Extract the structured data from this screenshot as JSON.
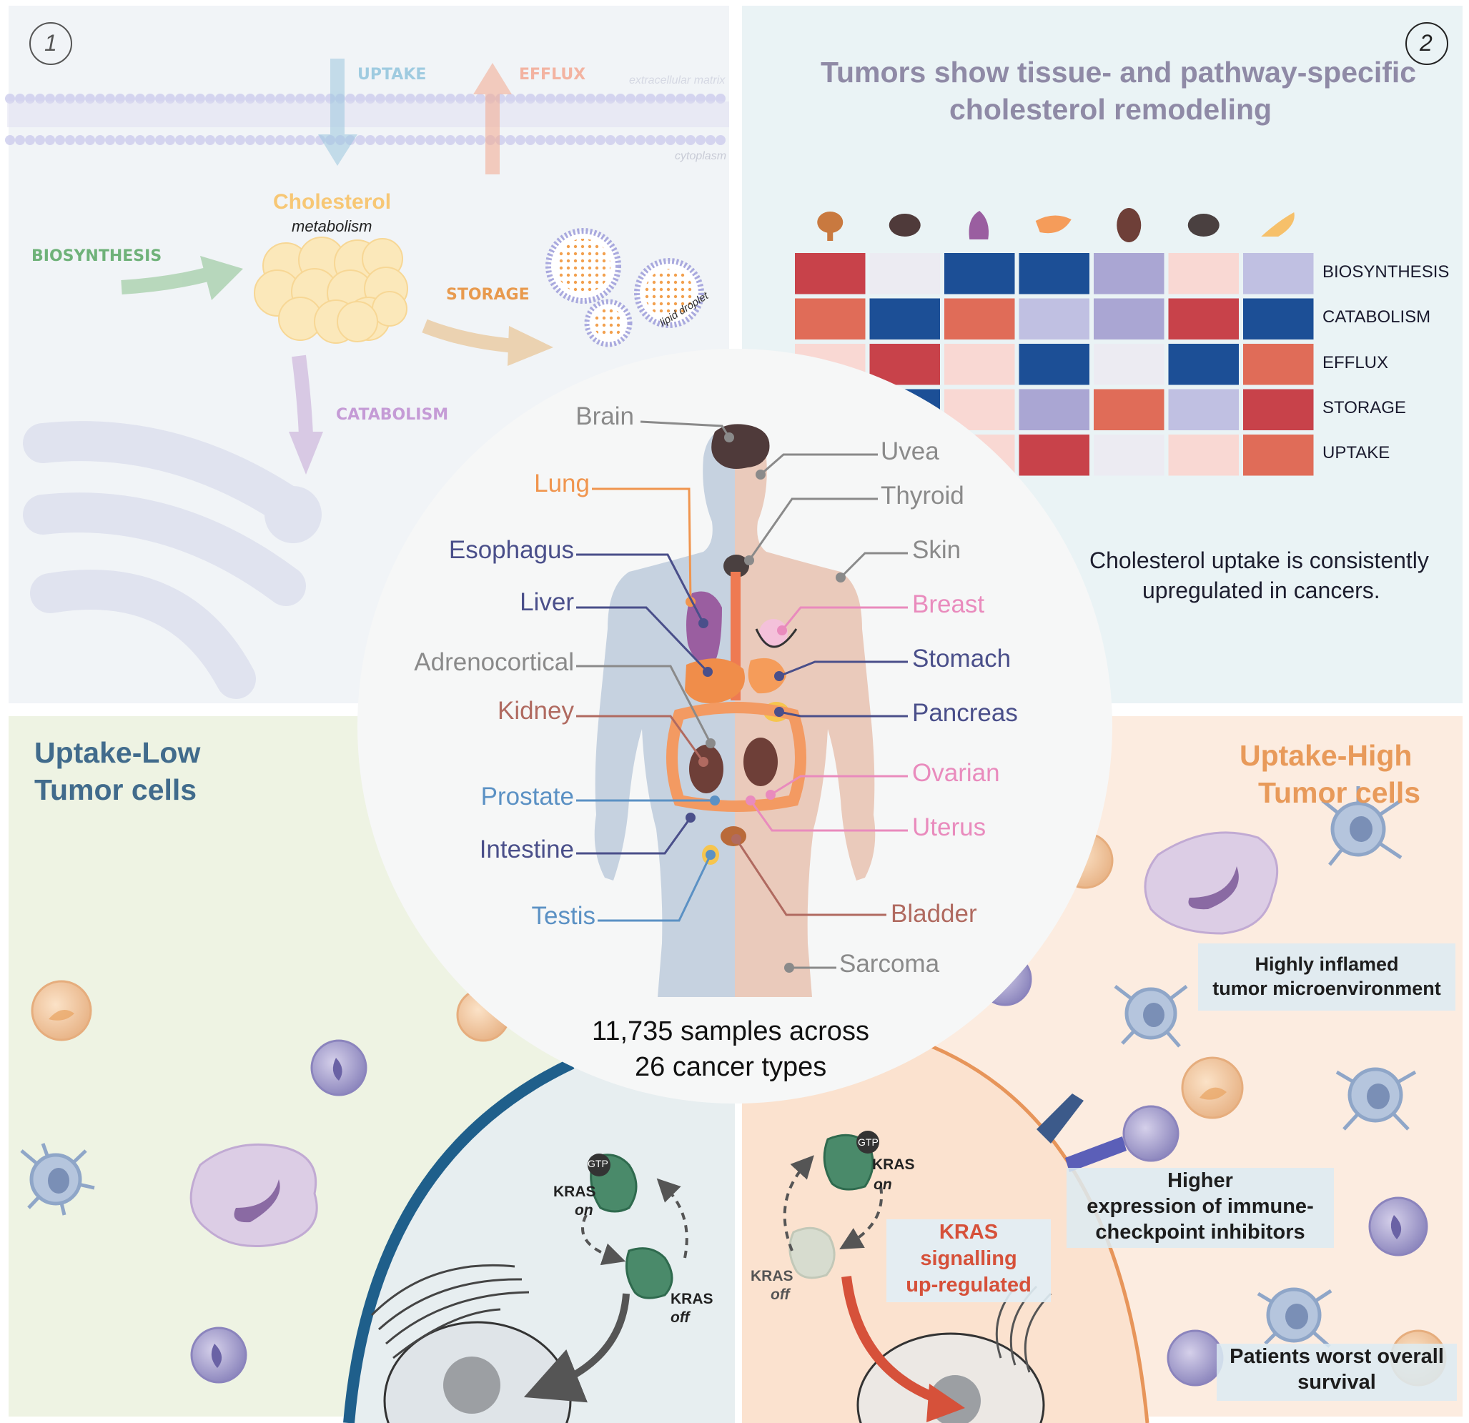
{
  "panel1": {
    "number": "1",
    "uptake": "UPTAKE",
    "efflux": "EFFLUX",
    "extracellular": "extracellular matrix",
    "cytoplasm": "cytoplasm",
    "cholesterol": "Cholesterol",
    "metabolism": "metabolism",
    "biosynthesis": "BIOSYNTHESIS",
    "storage": "STORAGE",
    "lipid_droplet": "lipid droplet",
    "catabolism": "CATABOLISM"
  },
  "panel2": {
    "number": "2",
    "title_line1": "Tumors show tissue- and pathway-specific",
    "title_line2": "cholesterol remodeling",
    "note_line1": "Cholesterol uptake is consistently",
    "note_line2": "upregulated in cancers.",
    "heatmap": {
      "rows": [
        "BIOSYNTHESIS",
        "CATABOLISM",
        "EFFLUX",
        "STORAGE",
        "UPTAKE"
      ],
      "columns_icons": [
        "bladder-icon",
        "brain-icon",
        "lung-icon",
        "liver-icon",
        "kidney-icon",
        "thyroid-icon",
        "pancreas-icon"
      ],
      "cells": [
        [
          "#c8424a",
          "#ecebf2",
          "#1c4f96",
          "#1c4f96",
          "#aaa6d3",
          "#f9d8d3",
          "#c0c0e2"
        ],
        [
          "#e06c58",
          "#1c4f96",
          "#e06c58",
          "#c0c0e2",
          "#aaa6d3",
          "#c8424a",
          "#1c4f96"
        ],
        [
          "#f9d8d3",
          "#c8424a",
          "#f9d8d3",
          "#1c4f96",
          "#ecebf2",
          "#1c4f96",
          "#e06c58"
        ],
        [
          "#f9d8d3",
          "#1c4f96",
          "#f9d8d3",
          "#aaa6d3",
          "#e06c58",
          "#c0c0e2",
          "#c8424a"
        ],
        [
          "#f9d8d3",
          "#f9d8d3",
          "#f9d8d3",
          "#c8424a",
          "#ecebf2",
          "#f9d8d3",
          "#e06c58"
        ]
      ]
    }
  },
  "center": {
    "organs_left": [
      {
        "label": "Brain",
        "color": "#8a8a8a"
      },
      {
        "label": "Lung",
        "color": "#f0954e"
      },
      {
        "label": "Esophagus",
        "color": "#4a4f8a"
      },
      {
        "label": "Liver",
        "color": "#4a4f8a"
      },
      {
        "label": "Adrenocortical",
        "color": "#8a8a8a"
      },
      {
        "label": "Kidney",
        "color": "#b06a60"
      },
      {
        "label": "Prostate",
        "color": "#5b91c4"
      },
      {
        "label": "Intestine",
        "color": "#4a4f8a"
      },
      {
        "label": "Testis",
        "color": "#5b91c4"
      }
    ],
    "organs_right": [
      {
        "label": "Uvea",
        "color": "#8a8a8a"
      },
      {
        "label": "Thyroid",
        "color": "#8a8a8a"
      },
      {
        "label": "Skin",
        "color": "#8a8a8a"
      },
      {
        "label": "Breast",
        "color": "#e98bbd"
      },
      {
        "label": "Stomach",
        "color": "#4a4f8a"
      },
      {
        "label": "Pancreas",
        "color": "#4a4f8a"
      },
      {
        "label": "Ovarian",
        "color": "#e98bbd"
      },
      {
        "label": "Uterus",
        "color": "#e98bbd"
      },
      {
        "label": "Bladder",
        "color": "#b06a60"
      },
      {
        "label": "Sarcoma",
        "color": "#8a8a8a"
      }
    ],
    "samples_line1": "11,735 samples  across",
    "samples_line2": "26 cancer types"
  },
  "panel3": {
    "title_line1": "Uptake-Low",
    "title_line2": "Tumor cells",
    "kras_on": "KRAS",
    "kras_on_state": "on",
    "kras_off": "KRAS",
    "kras_off_state": "off",
    "gtp": "GTP"
  },
  "panel4": {
    "title_line1": "Uptake-High",
    "title_line2": "Tumor cells",
    "kras_on": "KRAS",
    "kras_on_state": "on",
    "kras_off": "KRAS",
    "kras_off_state": "off",
    "gtp": "GTP",
    "kras_up_line1": "KRAS",
    "kras_up_line2": "signalling",
    "kras_up_line3": "up-regulated",
    "inflamed_line1": "Highly inflamed",
    "inflamed_line2": "tumor microenvironment",
    "checkpoint_line1": "Higher",
    "checkpoint_line2": "expression of immune-",
    "checkpoint_line3": "checkpoint inhibitors",
    "survival_line1": "Patients worst overall",
    "survival_line2": "survival"
  }
}
